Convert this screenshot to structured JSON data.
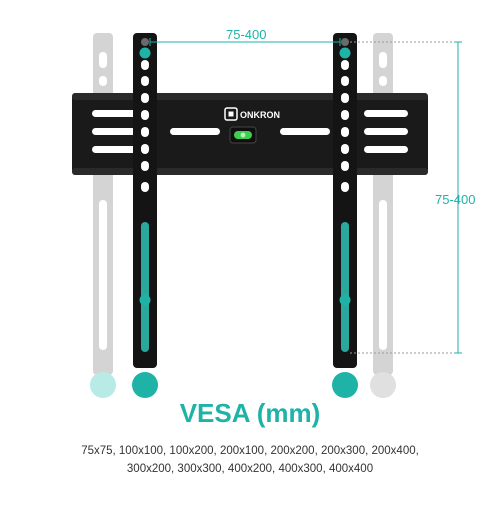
{
  "brand": {
    "logo_text": "ONKRON"
  },
  "dimensions": {
    "horizontal_label": "75-400",
    "vertical_label": "75-400"
  },
  "title": "VESA (mm)",
  "vesa_formats": {
    "line1": "75x75, 100x100, 100x200, 200x100, 200x200, 200x300, 200x400,",
    "line2": "300x200, 300x300, 400x200, 400x300, 400x400"
  },
  "colors": {
    "accent": "#1fb3a8",
    "bracket": "#1a1a1a",
    "ghost": "#d4d4d4",
    "ghost_accent": "#b8ebe6",
    "level": "#3fcf4e"
  },
  "icons": {
    "logo": "onkron-logo-icon",
    "level": "bubble-level-icon"
  }
}
